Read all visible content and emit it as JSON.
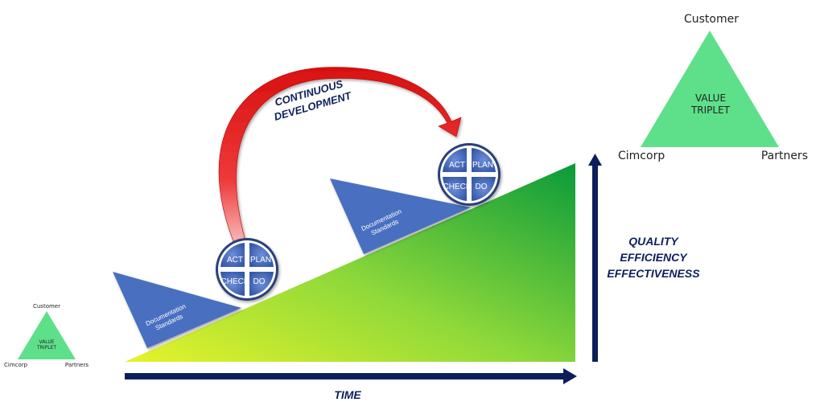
{
  "small_triplet": {
    "top": "Customer",
    "center_line1": "VALUE",
    "center_line2": "TRIPLET",
    "left": "Cimcorp",
    "right": "Partners"
  },
  "large_triplet": {
    "top": "Customer",
    "center_line1": "VALUE",
    "center_line2": "TRIPLET",
    "left": "Cimcorp",
    "right": "Partners"
  },
  "pdca_lower": {
    "act": "ACT",
    "plan": "PLAN",
    "check": "CHECK",
    "do": "DO"
  },
  "pdca_upper": {
    "act": "ACT",
    "plan": "PLAN",
    "check": "CHECK",
    "do": "DO"
  },
  "wedge_lower": {
    "line1": "Documentation",
    "line2": "Standards"
  },
  "wedge_upper": {
    "line1": "Documentation",
    "line2": "Standards"
  },
  "arc_label": {
    "line1": "CONTINUOUS",
    "line2": "DEVELOPMENT"
  },
  "y_axis_labels": {
    "line1": "QUALITY",
    "line2": "EFFICIENCY",
    "line3": "EFFECTIVENESS"
  },
  "x_axis_label": "TIME",
  "colors": {
    "triangle_green": "#5ee08a",
    "ramp_light": "#e6f32a",
    "ramp_dark": "#0a9a3a",
    "wedge_blue": "#4a6fc0",
    "pdca_blue": "#3e62b8",
    "pdca_ring": "#2a3f78",
    "navy": "#0c1f5c",
    "arc_red": "#e41a1a"
  }
}
